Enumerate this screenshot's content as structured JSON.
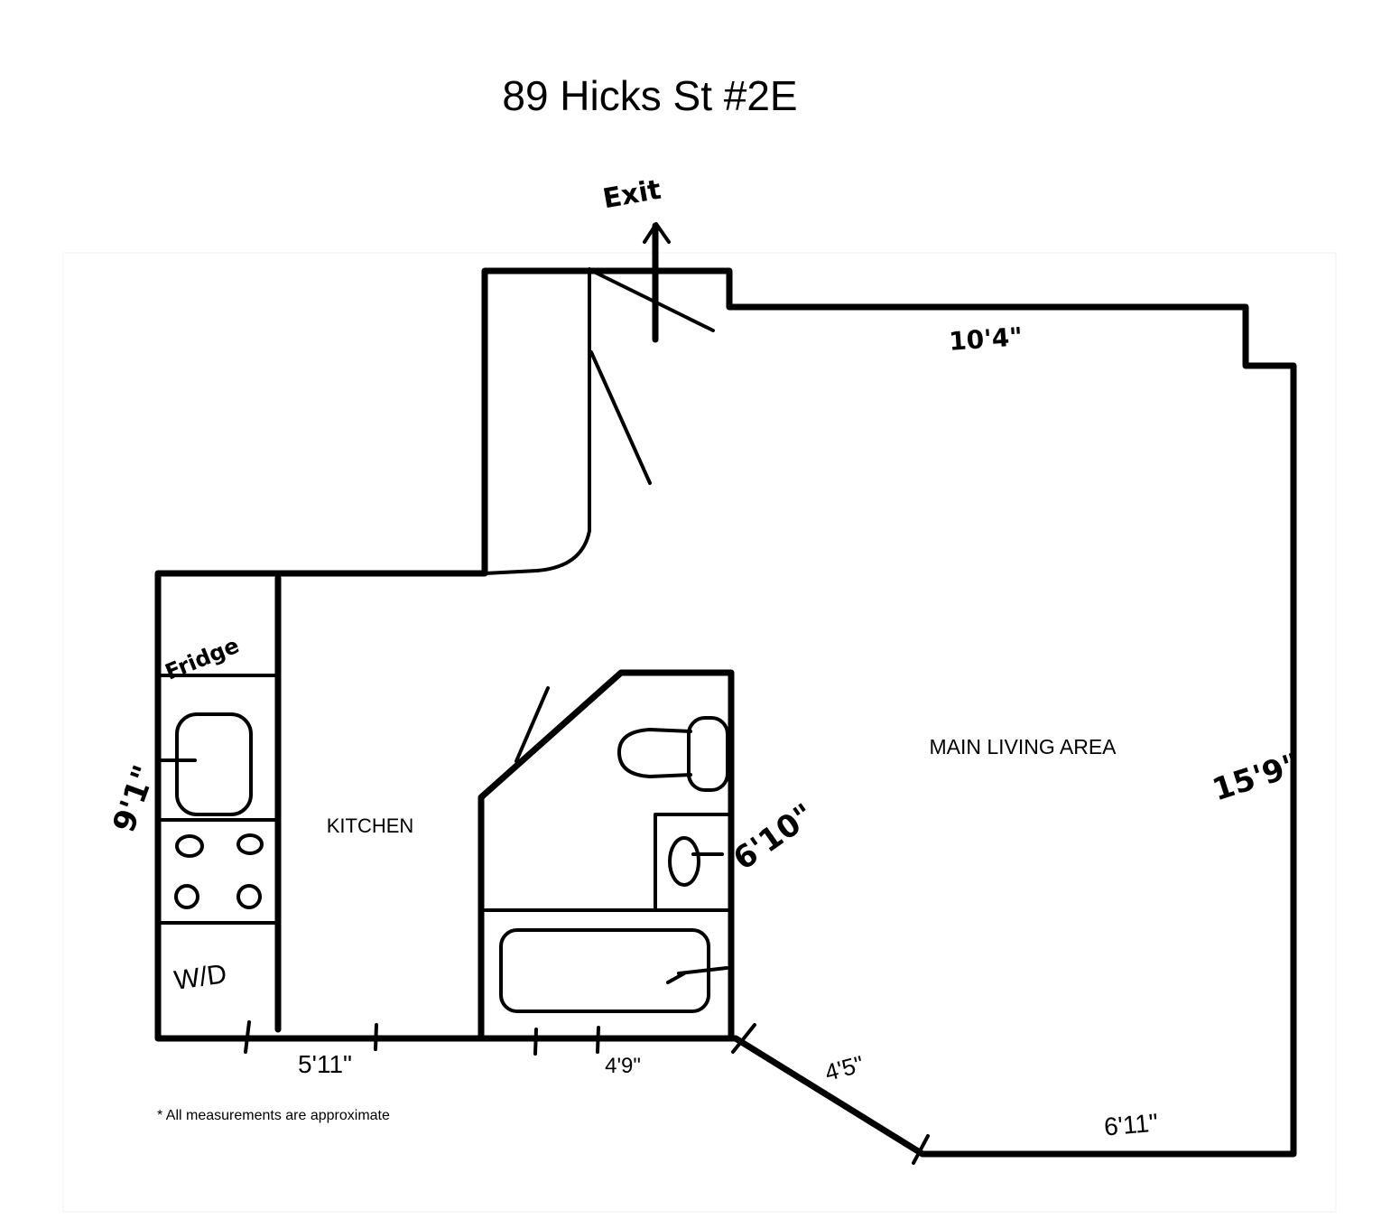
{
  "title": "89 Hicks St #2E",
  "labels": {
    "exit": "Exit",
    "fridge": "Fridge",
    "wd": "W/D",
    "kitchen": "KITCHEN",
    "main_living_area": "MAIN LIVING AREA"
  },
  "measurements": {
    "top_wall": "10'4\"",
    "right_wall": "15'9\"",
    "kitchen_wall": "9'1\"",
    "bathroom_wall": "6'10\"",
    "kitchen_bottom": "5'11\"",
    "bath_bottom": "4'9\"",
    "diagonal_wall": "4'5\"",
    "bottom_wall": "6'11\""
  },
  "footnote": "* All measurements are approximate"
}
